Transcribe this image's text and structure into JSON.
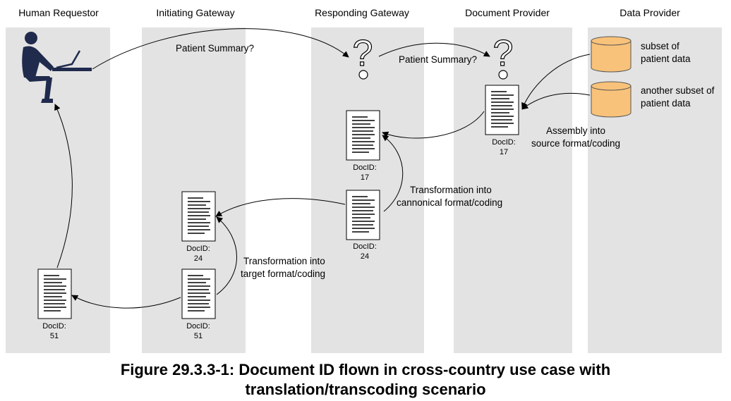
{
  "lanes": [
    {
      "title": "Human Requestor"
    },
    {
      "title": "Initiating Gateway"
    },
    {
      "title": "Responding Gateway"
    },
    {
      "title": "Document Provider"
    },
    {
      "title": "Data Provider"
    }
  ],
  "data_sources": [
    {
      "line1": "subset of",
      "line2": "patient data"
    },
    {
      "line1": "another subset of",
      "line2": "patient data"
    }
  ],
  "documents": [
    {
      "id_label": "DocID:",
      "id_value": "17"
    },
    {
      "id_label": "DocID:",
      "id_value": "17"
    },
    {
      "id_label": "DocID:",
      "id_value": "24"
    },
    {
      "id_label": "DocID:",
      "id_value": "24"
    },
    {
      "id_label": "DocID:",
      "id_value": "51"
    },
    {
      "id_label": "DocID:",
      "id_value": "51"
    }
  ],
  "labels": {
    "query1": "Patient Summary?",
    "query2": "Patient Summary?",
    "assembly_line1": "Assembly into",
    "assembly_line2": "source format/coding",
    "canonical_line1": "Transformation into",
    "canonical_line2": "cannonical format/coding",
    "target_line1": "Transformation into",
    "target_line2": "target format/coding"
  },
  "question_glyph": "?",
  "icons": [
    "person-at-laptop-icon",
    "question-mark-icon",
    "document-icon",
    "database-cylinder-icon"
  ],
  "colors": {
    "lane_background": "#e3e3e3",
    "database_fill": "#f9c27a",
    "database_stroke": "#555555"
  },
  "caption": {
    "line1": "Figure 29.3.3-1: Document ID flown in cross-country use case with",
    "line2": "translation/transcoding scenario"
  }
}
